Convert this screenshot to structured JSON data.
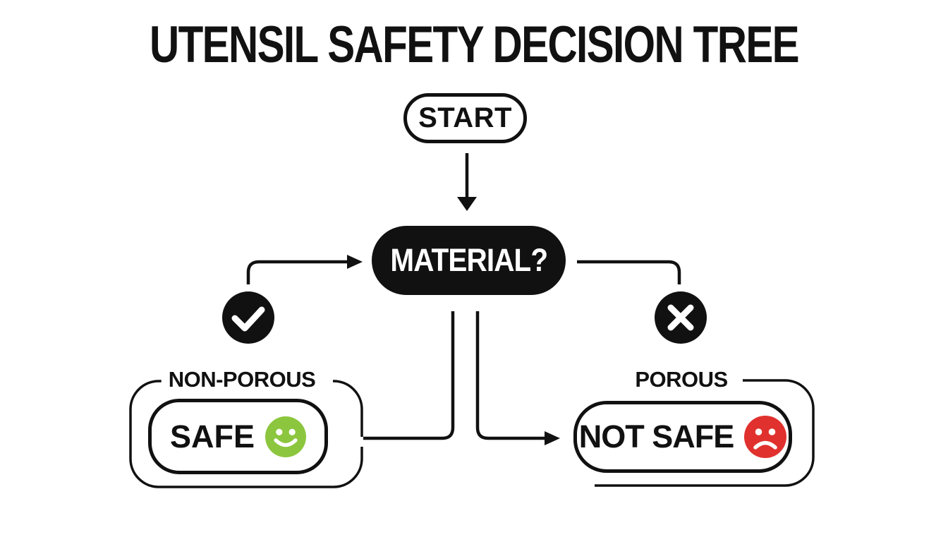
{
  "title": "UTENSIL SAFETY DECISION TREE",
  "colors": {
    "ink": "#111111",
    "safe_green": "#8CC63E",
    "unsafe_red": "#E0312E"
  },
  "flow": {
    "start": {
      "label": "START"
    },
    "decision": {
      "label": "MATERIAL?"
    },
    "left_branch": {
      "verdict_icon": "check-circle",
      "label": "NON-POROUS",
      "result": "SAFE",
      "result_icon": "smiley-face"
    },
    "right_branch": {
      "verdict_icon": "x-circle",
      "label": "POROUS",
      "result": "NOT SAFE",
      "result_icon": "frowny-face"
    }
  }
}
